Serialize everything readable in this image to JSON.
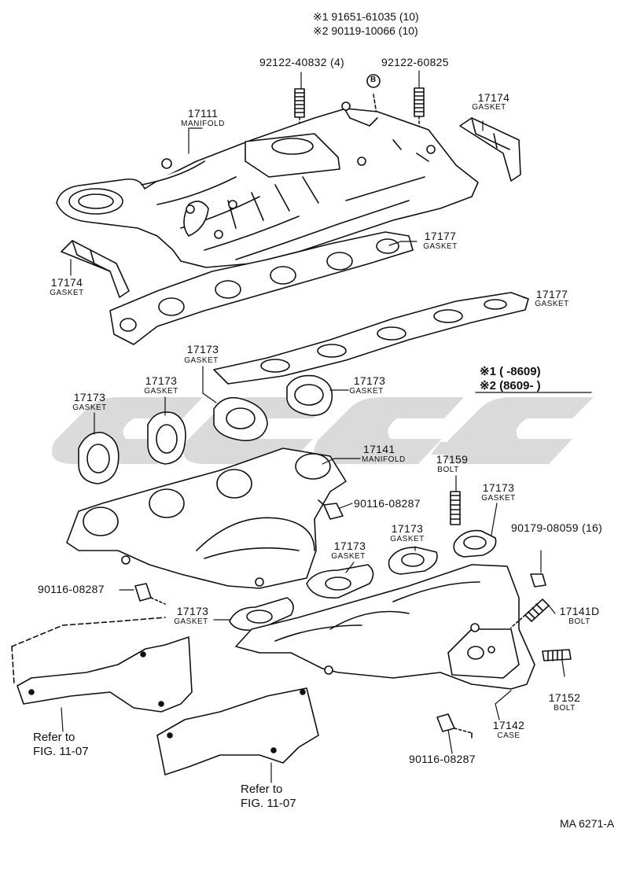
{
  "drawing_id": "MA 6271-A",
  "watermark": {
    "text": "‘‘‘‘",
    "color": "#d7d7d7"
  },
  "top_notes": {
    "n1": "※1 91651-61035 (10)",
    "n2": "※2 90119-10066 (10)"
  },
  "circle_mark": "B",
  "legend": {
    "line1": "※1 (        -8609)",
    "line2": "※2 (8609-          )"
  },
  "labels": {
    "stud_a": "92122-40832 (4)",
    "stud_b": "92122-60825",
    "intake_num": "17111",
    "intake_name": "MANIFOLD",
    "g17174_r_num": "17174",
    "g17174_r_name": "GASKET",
    "g17174_l_num": "17174",
    "g17174_l_name": "GASKET",
    "g17177_a_num": "17177",
    "g17177_a_name": "GASKET",
    "g17177_b_num": "17177",
    "g17177_b_name": "GASKET",
    "g17173_1_num": "17173",
    "g17173_1_name": "GASKET",
    "g17173_2_num": "17173",
    "g17173_2_name": "GASKET",
    "g17173_3_num": "17173",
    "g17173_3_name": "GASKET",
    "g17173_4_num": "17173",
    "g17173_4_name": "GASKET",
    "g17173_5_num": "17173",
    "g17173_5_name": "GASKET",
    "g17173_6_num": "17173",
    "g17173_6_name": "GASKET",
    "g17173_7_num": "17173",
    "g17173_7_name": "GASKET",
    "g17173_8_num": "17173",
    "g17173_8_name": "GASKET",
    "exh_num": "17141",
    "exh_name": "MANIFOLD",
    "bolt17159_num": "17159",
    "bolt17159_name": "BOLT",
    "nut_a": "90116-08287",
    "nut_b": "90116-08287",
    "nut_c": "90116-08287",
    "nut_16": "90179-08059 (16)",
    "bolt17141d_num": "17141D",
    "bolt17141d_name": "BOLT",
    "bolt17152_num": "17152",
    "bolt17152_name": "BOLT",
    "case_num": "17142",
    "case_name": "CASE",
    "ref1_a": "Refer to",
    "ref1_b": "FIG. 11-07",
    "ref2_a": "Refer to",
    "ref2_b": "FIG. 11-07"
  }
}
